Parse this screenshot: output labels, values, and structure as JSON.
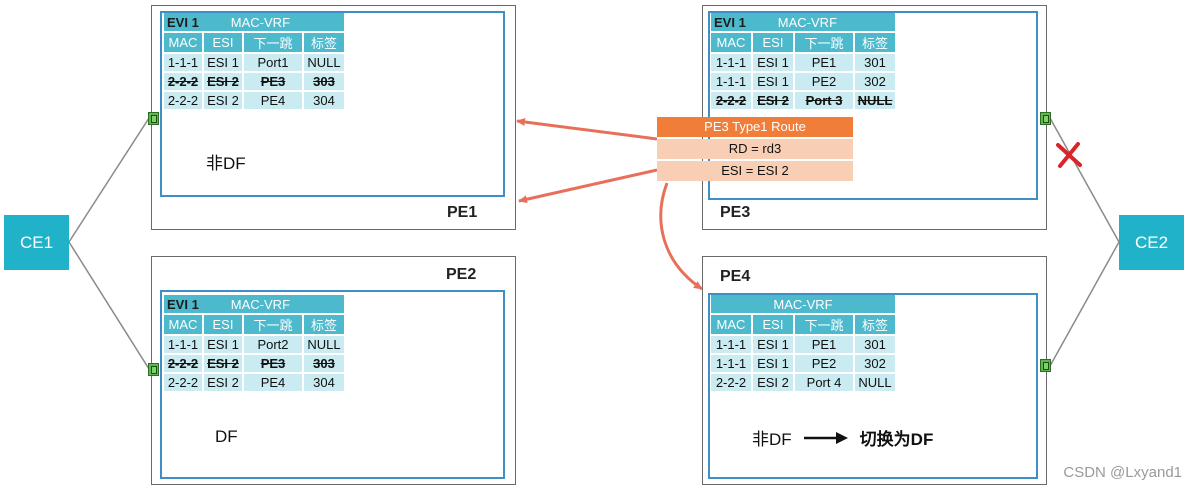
{
  "ce1": "CE1",
  "ce2": "CE2",
  "route": {
    "title": "PE3 Type1 Route",
    "rd": "RD = rd3",
    "esi": "ESI = ESI 2"
  },
  "headers": [
    "MAC",
    "ESI",
    "下一跳",
    "标签"
  ],
  "pe1": {
    "name": "PE1",
    "evi": "EVI 1",
    "vrf": "MAC-VRF",
    "note": "非DF",
    "rows": [
      {
        "mac": "1-1-1",
        "esi": "ESI 1",
        "nh": "Port1",
        "label": "NULL",
        "struck": false
      },
      {
        "mac": "2-2-2",
        "esi": "ESI 2",
        "nh": "PE3",
        "label": "303",
        "struck": true
      },
      {
        "mac": "2-2-2",
        "esi": "ESI 2",
        "nh": "PE4",
        "label": "304",
        "struck": false
      }
    ]
  },
  "pe2": {
    "name": "PE2",
    "evi": "EVI 1",
    "vrf": "MAC-VRF",
    "note": "DF",
    "rows": [
      {
        "mac": "1-1-1",
        "esi": "ESI 1",
        "nh": "Port2",
        "label": "NULL",
        "struck": false
      },
      {
        "mac": "2-2-2",
        "esi": "ESI 2",
        "nh": "PE3",
        "label": "303",
        "struck": true
      },
      {
        "mac": "2-2-2",
        "esi": "ESI 2",
        "nh": "PE4",
        "label": "304",
        "struck": false
      }
    ]
  },
  "pe3": {
    "name": "PE3",
    "evi": "EVI 1",
    "vrf": "MAC-VRF",
    "rows": [
      {
        "mac": "1-1-1",
        "esi": "ESI 1",
        "nh": "PE1",
        "label": "301",
        "struck": false
      },
      {
        "mac": "1-1-1",
        "esi": "ESI 1",
        "nh": "PE2",
        "label": "302",
        "struck": false
      },
      {
        "mac": "2-2-2",
        "esi": "ESI 2",
        "nh": "Port 3",
        "label": "NULL",
        "struck": true
      }
    ]
  },
  "pe4": {
    "name": "PE4",
    "vrf": "MAC-VRF",
    "note": "非DF",
    "switch_to": "切换为DF",
    "rows": [
      {
        "mac": "1-1-1",
        "esi": "ESI 1",
        "nh": "PE1",
        "label": "301",
        "struck": false
      },
      {
        "mac": "1-1-1",
        "esi": "ESI 1",
        "nh": "PE2",
        "label": "302",
        "struck": false
      },
      {
        "mac": "2-2-2",
        "esi": "ESI 2",
        "nh": "Port 4",
        "label": "NULL",
        "struck": false
      }
    ]
  },
  "watermark": "CSDN @Lxyand1",
  "colors": {
    "accent": "#1fb2c9",
    "table_header": "#4cb9cc",
    "table_row": "#c9ebf1",
    "route_header": "#f07d38",
    "route_body": "#f8cfb4",
    "arrow": "#e8705a",
    "fail_mark": "#d9252a"
  }
}
